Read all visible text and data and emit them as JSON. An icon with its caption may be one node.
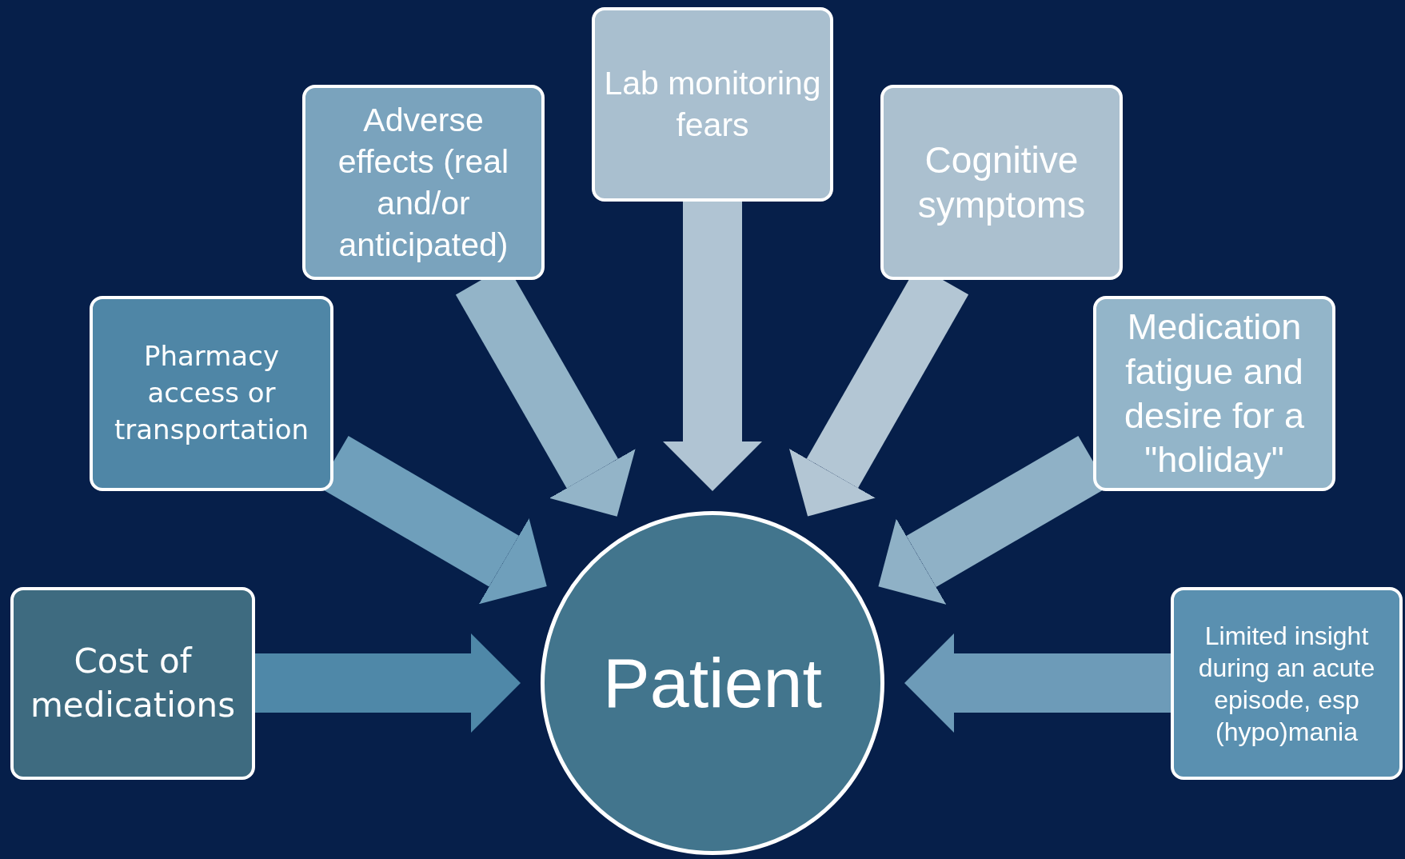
{
  "diagram": {
    "nodes": [
      {
        "text": [
          "Lab monitoring fears"
        ]
      },
      {
        "text": [
          "Adverse effects (real and/or anticipated)"
        ]
      },
      {
        "text": [
          "Cognitive symptoms"
        ]
      },
      {
        "text": [
          "Pharmacy access or transportation"
        ]
      },
      {
        "text": [
          "Medication fatigue and desire for a \"holiday\""
        ]
      },
      {
        "text": [
          "Cost of medications"
        ]
      },
      {
        "text": [
          "Patient"
        ]
      },
      {
        "text": [
          "Limited insight during an acute episode, esp (hypo)mania"
        ]
      }
    ],
    "edges": [
      {
        "from": 0,
        "to": 6,
        "arrow": "to",
        "color": "#b0c4d3"
      },
      {
        "from": 1,
        "to": 6,
        "arrow": "to",
        "color": "#93b4c8"
      },
      {
        "from": 2,
        "to": 6,
        "arrow": "to",
        "color": "#b3c6d4"
      },
      {
        "from": 3,
        "to": 6,
        "arrow": "to",
        "color": "#6f9fbb"
      },
      {
        "from": 4,
        "to": 6,
        "arrow": "to",
        "color": "#8fb1c6"
      },
      {
        "from": 5,
        "to": 6,
        "arrow": "to",
        "color": "#4f88a8"
      },
      {
        "from": 7,
        "to": 6,
        "arrow": "to",
        "color": "#6d9bb8"
      }
    ]
  }
}
